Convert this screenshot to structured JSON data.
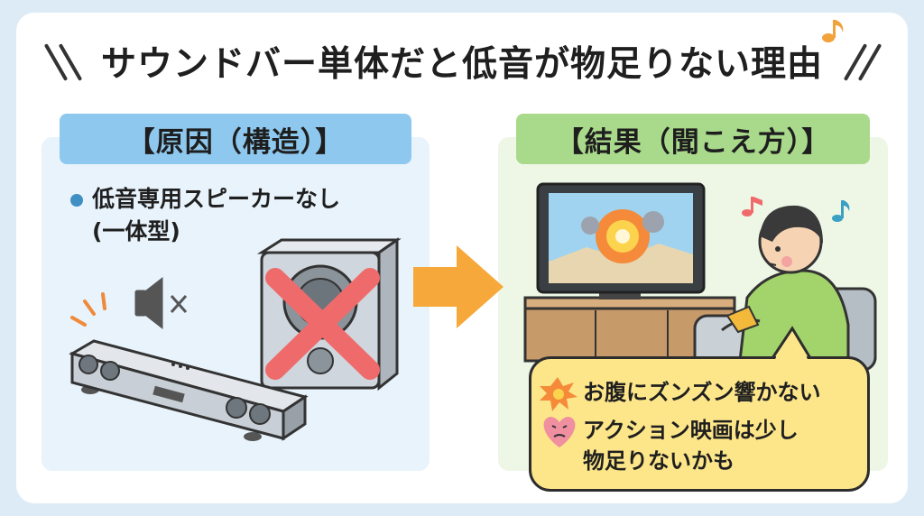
{
  "title": "サウンドバー単体だと低音が物足りない理由",
  "left_panel": {
    "header": "【原因（構造）】",
    "bullet_line1": "低音専用スピーカーなし",
    "bullet_line2": "(一体型)"
  },
  "right_panel": {
    "header": "【結果（聞こえ方）】"
  },
  "bubble": {
    "line1": "お腹にズンズン響かない",
    "line2": "アクション映画は少し",
    "line3": "物足りないかも"
  },
  "colors": {
    "left_tag": "#8ec8ee",
    "right_tag": "#a9d98b",
    "arrow": "#f7a83a",
    "bubble": "#fde68a",
    "cross": "#ef6b6b"
  }
}
